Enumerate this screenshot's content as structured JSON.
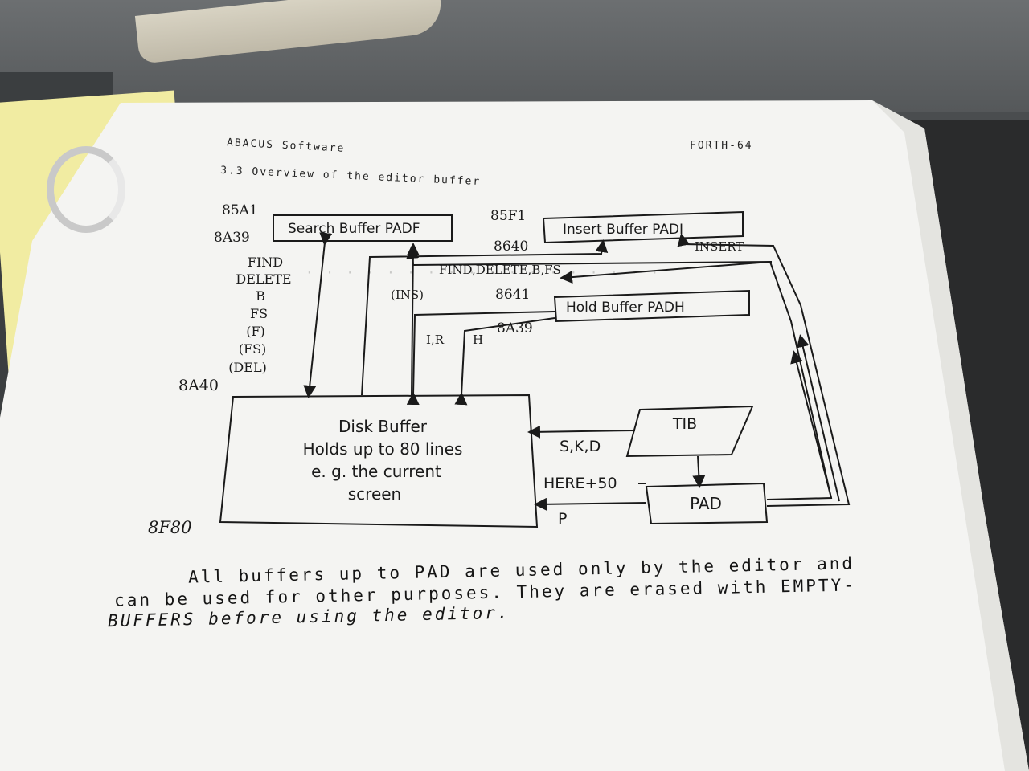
{
  "header": {
    "left": "ABACUS Software",
    "right": "FORTH-64"
  },
  "section_title": "3.3 Overview of the editor buffer",
  "diagram": {
    "addresses": {
      "a85A1": "85A1",
      "a8A39_top": "8A39",
      "a85F1": "85F1",
      "a8640": "8640",
      "a8641": "8641",
      "a8A39_mid": "8A39",
      "a8A40": "8A40",
      "a8F80": "8F80"
    },
    "boxes": {
      "search": "Search Buffer PADF",
      "insert": "Insert Buffer PADI",
      "hold": "Hold Buffer PADH",
      "disk_line1": "Disk Buffer",
      "disk_line2": "Holds up to 80 lines",
      "disk_line3": "e. g. the current",
      "disk_line4": "screen",
      "tib": "TIB",
      "pad": "PAD"
    },
    "commands_left": [
      "FIND",
      "DELETE",
      "B",
      "FS",
      "(F)",
      "(FS)",
      "(DEL)"
    ],
    "labels": {
      "insert": "INSERT",
      "find_delete": "FIND,DELETE,B,FS",
      "ins": "(INS)",
      "ir": "I,R",
      "h": "H",
      "skd": "S,K,D",
      "here50": "HERE+50",
      "p": "P"
    }
  },
  "paragraph": {
    "line1": "All  buffers up to PAD are used only by the editor  and",
    "line2": "can be used for other purposes.  They are erased with EMPTY-",
    "line3": "BUFFERS before using the editor."
  },
  "colors": {
    "paper": "#f4f4f2",
    "ink": "#1a1a1a",
    "yellow_sheet": "#f1eca2"
  }
}
